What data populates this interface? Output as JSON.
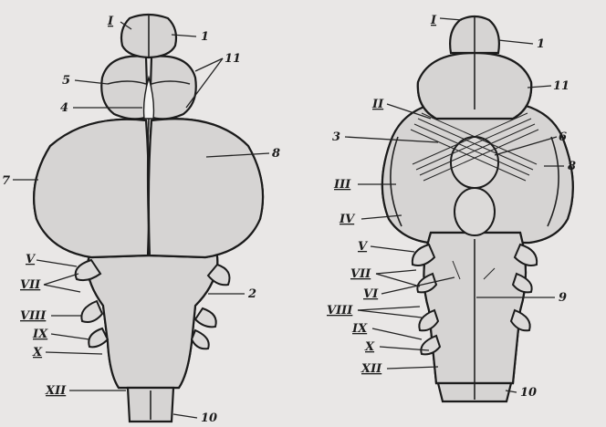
{
  "dorsal_view": {
    "labels": {
      "I": "I",
      "n1": "1",
      "n11": "11",
      "n5": "5",
      "n4": "4",
      "n8": "8",
      "n7": "7",
      "V": "V",
      "VII": "VII",
      "n2": "2",
      "VIII": "VIII",
      "IX": "IX",
      "X": "X",
      "XII": "XII",
      "n10": "10"
    }
  },
  "ventral_view": {
    "labels": {
      "I": "I",
      "n1": "1",
      "n11": "11",
      "II": "II",
      "n3": "3",
      "n6": "6",
      "n8": "8",
      "III": "III",
      "IV": "IV",
      "V": "V",
      "VII": "VII",
      "VI": "VI",
      "n9": "9",
      "VIII": "VIII",
      "IX": "IX",
      "X": "X",
      "XII": "XII",
      "n10": "10"
    }
  },
  "colors": {
    "background": "#e9e7e6",
    "tissue": "#d6d4d3",
    "outline": "#1b1b1b"
  }
}
